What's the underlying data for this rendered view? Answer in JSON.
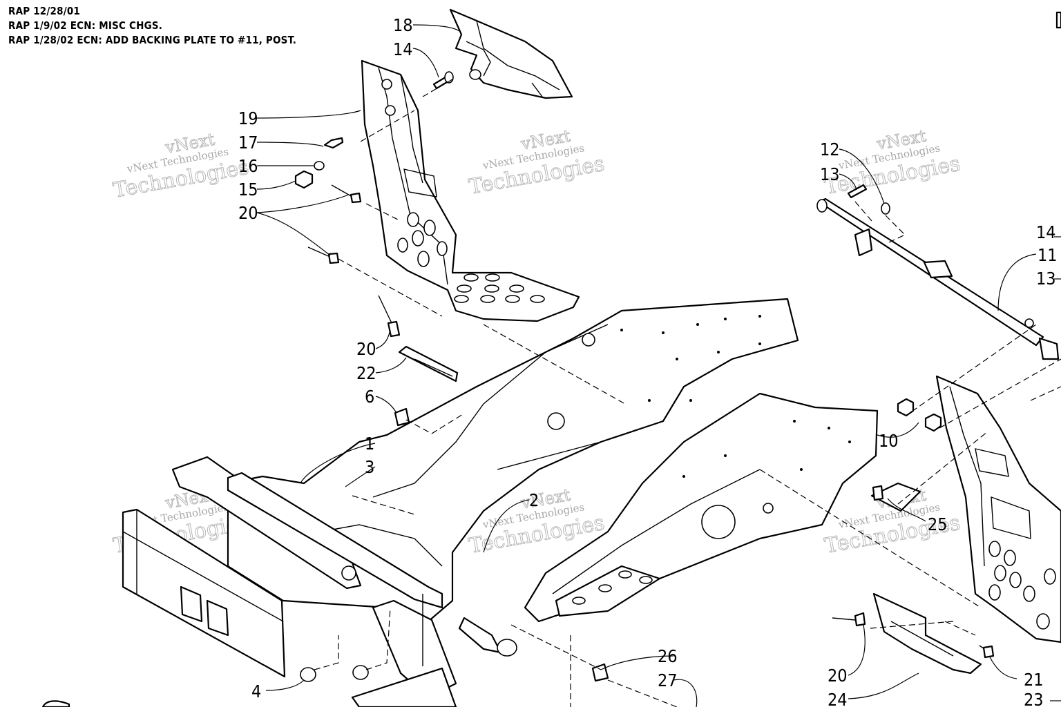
{
  "revision_notes": [
    "RAP 12/28/01",
    "RAP 1/9/02 ECN: MISC CHGS.",
    "RAP 1/28/02 ECN: ADD BACKING PLATE TO #11, POST."
  ],
  "watermarks": [
    {
      "small": "vNext Technologies",
      "big1": "vNext",
      "big2": "Technologies"
    },
    {
      "small": "vNext Technologies",
      "big1": "vNext",
      "big2": "Technologies"
    },
    {
      "small": "vNext Technologies",
      "big1": "vNext",
      "big2": "Technologies"
    },
    {
      "small": "vNext Technologies",
      "big1": "vNext",
      "big2": "Technologies"
    },
    {
      "small": "vNext Technologies",
      "big1": "vNext",
      "big2": "Technologies"
    },
    {
      "small": "vNext Technologies",
      "big1": "vNext",
      "big2": "Technologies"
    }
  ],
  "callouts": {
    "c18": "18",
    "c14a": "14",
    "c19": "19",
    "c17": "17",
    "c16": "16",
    "c15": "15",
    "c20a": "20",
    "c20b": "20",
    "c22": "22",
    "c6": "6",
    "c1": "1",
    "c3": "3",
    "c2": "2",
    "c4": "4",
    "c26": "26",
    "c27": "27",
    "c12": "12",
    "c13a": "13",
    "c14b": "14",
    "c11": "11",
    "c13b": "13",
    "c10": "10",
    "c25": "25",
    "c20c": "20",
    "c21": "21",
    "c24": "24",
    "c23": "23"
  }
}
